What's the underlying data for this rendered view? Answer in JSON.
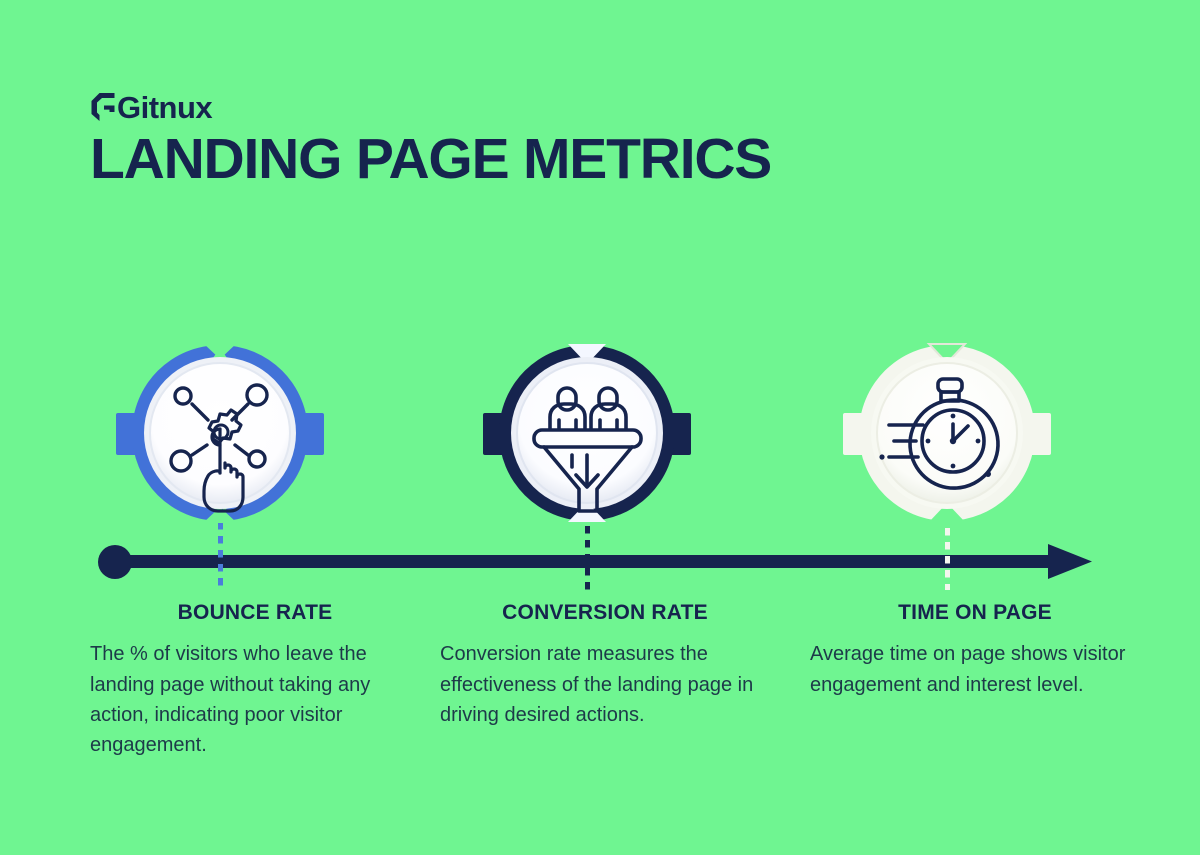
{
  "brand": {
    "logo_text": "Gitnux",
    "logo_icon": "gitnux-g-mark-icon"
  },
  "header": {
    "title": "LANDING PAGE METRICS"
  },
  "colors": {
    "background_green": "#6ff591",
    "navy": "#16244e",
    "blue": "#4272d8",
    "cream": "#f4f6ee",
    "body_text": "#1d3a49"
  },
  "timeline": {
    "start_dot": "timeline-start-dot",
    "arrow_head": "timeline-arrow-head",
    "direction": "left-to-right"
  },
  "metrics": [
    {
      "id": "bounce-rate",
      "title": "BOUNCE RATE",
      "description": "The % of visitors who leave the landing page without taking any action, indicating poor visitor engagement.",
      "icon": "hand-click-gear-network-icon",
      "ring_color": "#4272d8",
      "connector_color": "#4a7ddb"
    },
    {
      "id": "conversion-rate",
      "title": "CONVERSION RATE",
      "description": "Conversion rate measures the effectiveness of the landing page in driving desired actions.",
      "icon": "funnel-people-arrow-icon",
      "ring_color": "#16244e",
      "connector_color": "#16244e"
    },
    {
      "id": "time-on-page",
      "title": "TIME ON PAGE",
      "description": "Average time on page shows visitor engagement and interest level.",
      "icon": "stopwatch-speed-icon",
      "ring_color": "#f4f6ee",
      "connector_color": "#f4f6ee"
    }
  ]
}
